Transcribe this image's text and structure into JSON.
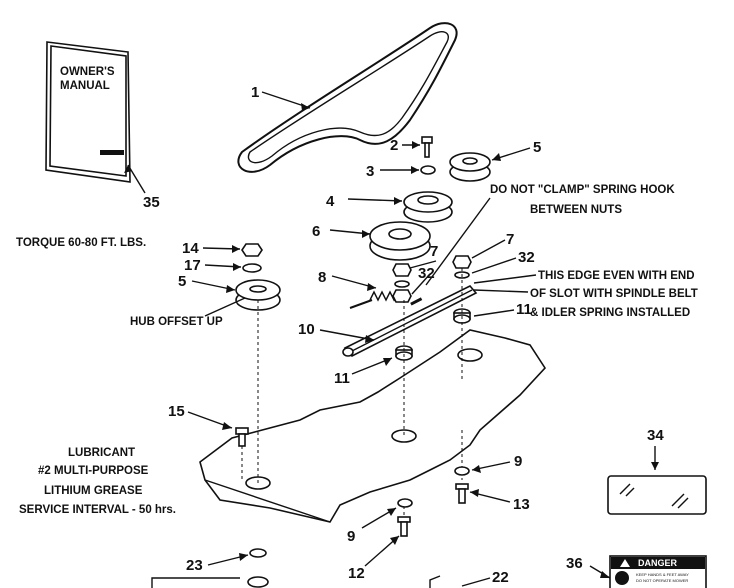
{
  "diagram": {
    "manual_label": "OWNER'S\nMANUAL",
    "danger_label": "DANGER",
    "danger_small_1": "KEEP HANDS & FEET AWAY",
    "danger_small_2": "DO NOT OPERATE MOWER",
    "notes": {
      "torque": "TORQUE 60-80 FT. LBS.",
      "hub_offset": "HUB OFFSET UP",
      "clamp_1": "DO NOT \"CLAMP\" SPRING HOOK",
      "clamp_2": "BETWEEN NUTS",
      "edge_1": "THIS EDGE EVEN WITH END",
      "edge_2": "OF SLOT WITH SPINDLE BELT",
      "edge_3": "& IDLER SPRING INSTALLED",
      "lube_1": "LUBRICANT",
      "lube_2": "#2 MULTI-PURPOSE",
      "lube_3": "LITHIUM GREASE",
      "lube_4": "SERVICE INTERVAL - 50 hrs."
    },
    "callouts": {
      "c1": "1",
      "c2": "2",
      "c3": "3",
      "c4": "4",
      "c5a": "5",
      "c5b": "5",
      "c6": "6",
      "c7a": "7",
      "c7b": "7",
      "c8": "8",
      "c9a": "9",
      "c9b": "9",
      "c10": "10",
      "c11a": "11",
      "c11b": "11",
      "c12": "12",
      "c13": "13",
      "c14": "14",
      "c15": "15",
      "c17": "17",
      "c22": "22",
      "c23": "23",
      "c32a": "32",
      "c32b": "32",
      "c34": "34",
      "c35": "35",
      "c36": "36"
    }
  }
}
